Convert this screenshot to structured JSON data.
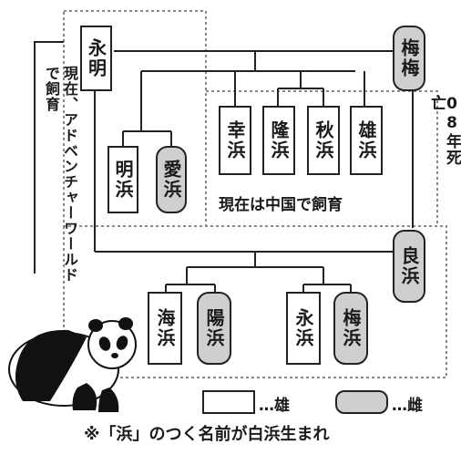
{
  "pandas": {
    "eimei": "永明",
    "meimei": "梅梅",
    "rahin": "良浜",
    "meihin": "明浜",
    "aihin": "愛浜",
    "kouhin": "幸浜",
    "ryuhin": "隆浜",
    "shuhin": "秋浜",
    "yuhin": "雄浜",
    "kaihin": "海浜",
    "youhin": "陽浜",
    "eihin": "永浜",
    "baihin": "梅浜"
  },
  "labels": {
    "adventure_world": "現在、アドベンチャーワールドで飼育",
    "china": "現在は中国で飼育",
    "meimei_died": "08年死亡"
  },
  "legend": {
    "male": "…雄",
    "female": "…雌"
  },
  "footnote": "※「浜」のつく名前が白浜生まれ",
  "colors": {
    "female_fill": "#cfcfcf",
    "line": "#222222",
    "dashed": "#888888"
  }
}
